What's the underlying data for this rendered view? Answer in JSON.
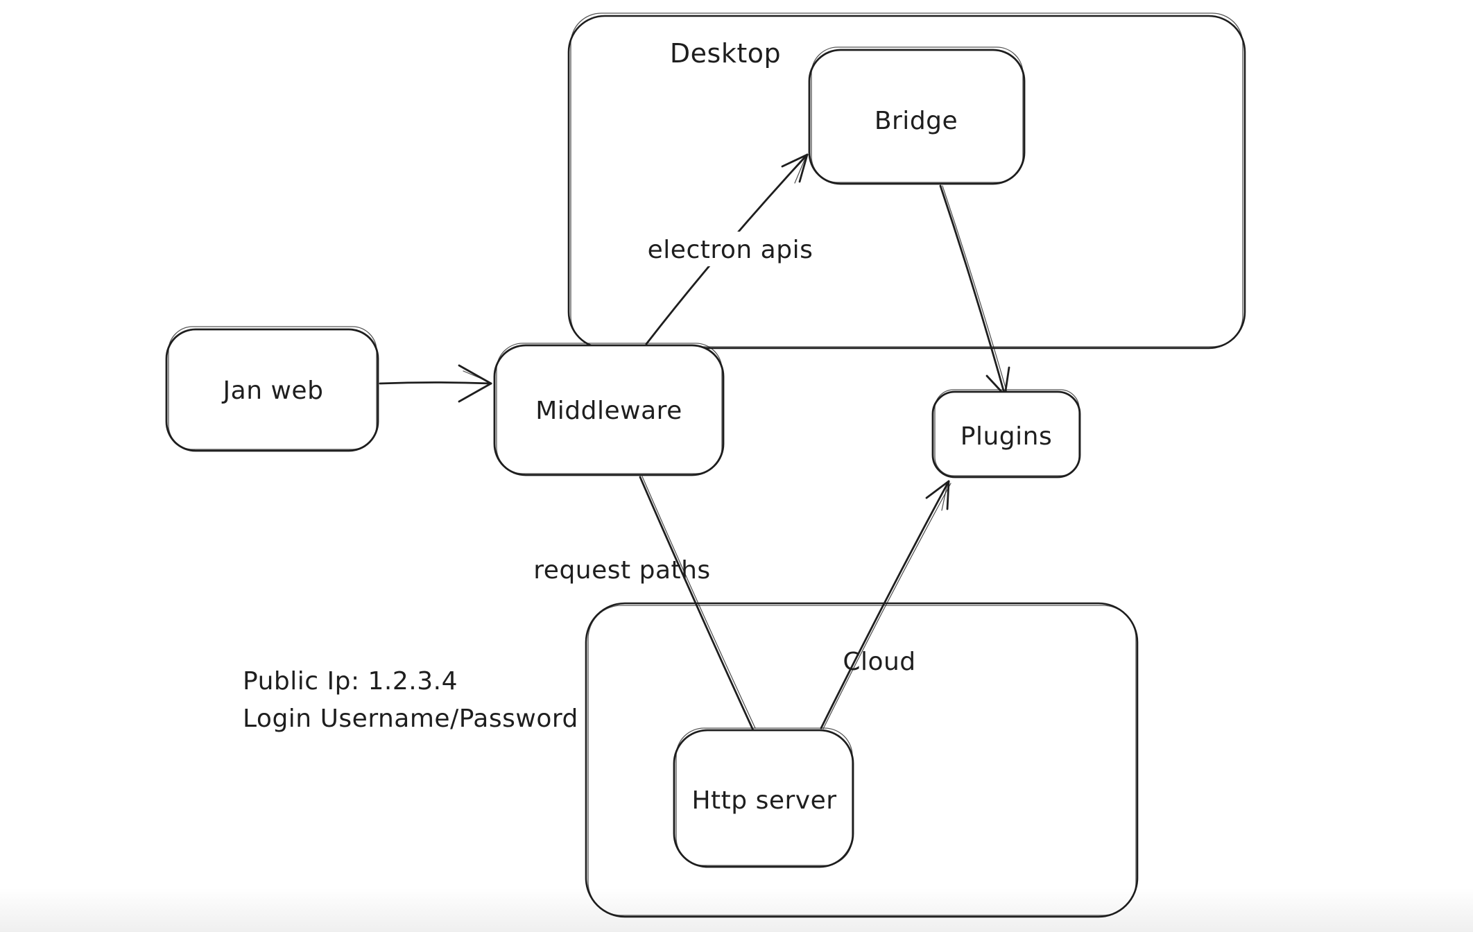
{
  "diagram": {
    "colors": {
      "stroke": "#1e1e1e",
      "background": "#ffffff"
    },
    "containers": {
      "desktop": {
        "label": "Desktop"
      },
      "cloud": {
        "label": "Cloud"
      }
    },
    "nodes": {
      "jan_web": {
        "label": "Jan web"
      },
      "middleware": {
        "label": "Middleware"
      },
      "bridge": {
        "label": "Bridge"
      },
      "plugins": {
        "label": "Plugins"
      },
      "http_server": {
        "label": "Http server"
      }
    },
    "edges": [
      {
        "from": "jan_web",
        "to": "middleware",
        "label": ""
      },
      {
        "from": "middleware",
        "to": "bridge",
        "label": "electron apis"
      },
      {
        "from": "bridge",
        "to": "plugins",
        "label": ""
      },
      {
        "from": "middleware",
        "to": "http_server",
        "label": "request paths"
      },
      {
        "from": "http_server",
        "to": "plugins",
        "label": ""
      }
    ],
    "annotations": {
      "public_ip": "Public Ip: 1.2.3.4",
      "login": "Login Username/Password"
    }
  }
}
